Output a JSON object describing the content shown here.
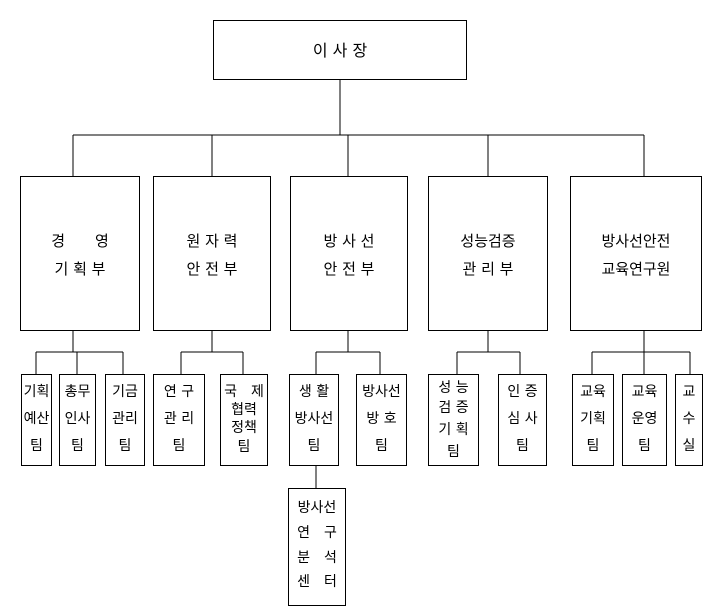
{
  "org_chart": {
    "root": {
      "label": "이 사 장"
    },
    "departments": [
      {
        "lines": [
          "경　　영",
          "기 획 부"
        ],
        "teams": [
          {
            "lines": [
              "기획",
              "예산",
              "팀"
            ]
          },
          {
            "lines": [
              "총무",
              "인사",
              "팀"
            ]
          },
          {
            "lines": [
              "기금",
              "관리",
              "팀"
            ]
          }
        ]
      },
      {
        "lines": [
          "원 자 력",
          "안 전 부"
        ],
        "teams": [
          {
            "lines": [
              "연 구",
              "관 리",
              "팀"
            ]
          },
          {
            "lines": [
              "국　제",
              "협력",
              "정책",
              "팀"
            ]
          }
        ]
      },
      {
        "lines": [
          "방 사 선",
          "안 전 부"
        ],
        "teams": [
          {
            "lines": [
              "생 활",
              "방사선",
              "팀"
            ],
            "child": {
              "lines": [
                "방사선",
                "연　구",
                "분　석",
                "센　터"
              ]
            }
          },
          {
            "lines": [
              "방사선",
              "방 호",
              "팀"
            ]
          }
        ]
      },
      {
        "lines": [
          "성능검증",
          "관 리 부"
        ],
        "teams": [
          {
            "lines": [
              "성 능",
              "검 증",
              "기 획",
              "팀"
            ]
          },
          {
            "lines": [
              "인 증",
              "심 사",
              "팀"
            ]
          }
        ]
      },
      {
        "lines": [
          "방사선안전",
          "교육연구원"
        ],
        "teams": [
          {
            "lines": [
              "교육",
              "기획",
              "팀"
            ]
          },
          {
            "lines": [
              "교육",
              "운영",
              "팀"
            ]
          },
          {
            "lines": [
              "교",
              "수",
              "실"
            ]
          }
        ]
      }
    ]
  }
}
